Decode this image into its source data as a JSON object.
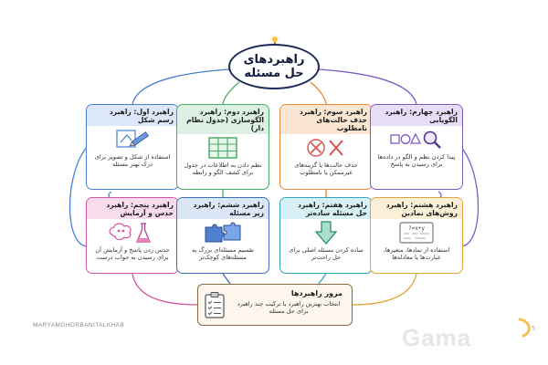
{
  "title": {
    "line1": "راهبردهای",
    "line2": "حل مسئله"
  },
  "cards": [
    {
      "head": "راهبرد اول: راهبرد رسم شکل",
      "desc": "استفاده از شکل و تصویر برای درک بهتر مسئله"
    },
    {
      "head": "راهبرد دوم: راهبرد الگوسازی (جدول نظام دار)",
      "desc": "نظم دادن به اطلاعات در جدول برای کشف الگو و رابطه"
    },
    {
      "head": "راهبرد سوم: راهبرد حذف حالت‌های نامطلوب",
      "desc": "حذف حالت‌ها یا گزینه‌های غیرممکن یا نامطلوب"
    },
    {
      "head": "راهبرد چهارم: راهبرد الگویابی",
      "desc": "پیدا کردن نظم و الگو در داده‌ها برای رسیدن به پاسخ"
    },
    {
      "head": "راهبرد پنجم: راهبرد حدس و آزمایش",
      "desc": "حدس زدن پاسخ و آزمایش آن برای رسیدن به جواب درست"
    },
    {
      "head": "راهبرد ششم: راهبرد زیر مسئله",
      "desc": "تقسیم مسئله‌ای بزرگ به مسئله‌های کوچک‌تر"
    },
    {
      "head": "راهبرد هفتم: راهبرد حل مسئله ساده‌تر",
      "desc": "ساده کردن مسئله اصلی برای حل راحت‌تر"
    },
    {
      "head": "راهبرد هشتم: راهبرد روش‌های نمادین",
      "desc": "استفاده از نمادها، متغیرها، عبارت‌ها یا معادله‌ها"
    }
  ],
  "summary": {
    "title": "مرور راهبردها",
    "desc": "انتخاب بهترین راهبرد یا ترکیب چند راهبرد برای حل مسئله"
  },
  "footer": {
    "author": "MARYAMGHORBANITALKHAB",
    "brand": "Gama",
    "page": "5"
  },
  "icon_math": "x+y=?",
  "colors": {
    "c1": "#4a7fd1",
    "c2": "#47a866",
    "c3": "#e8883a",
    "c4": "#7c5cc4",
    "c5": "#d455a2",
    "c6": "#3d6fb8",
    "c7": "#2ea3bf",
    "c8": "#e0a533",
    "summary": "#8a6a3c"
  }
}
